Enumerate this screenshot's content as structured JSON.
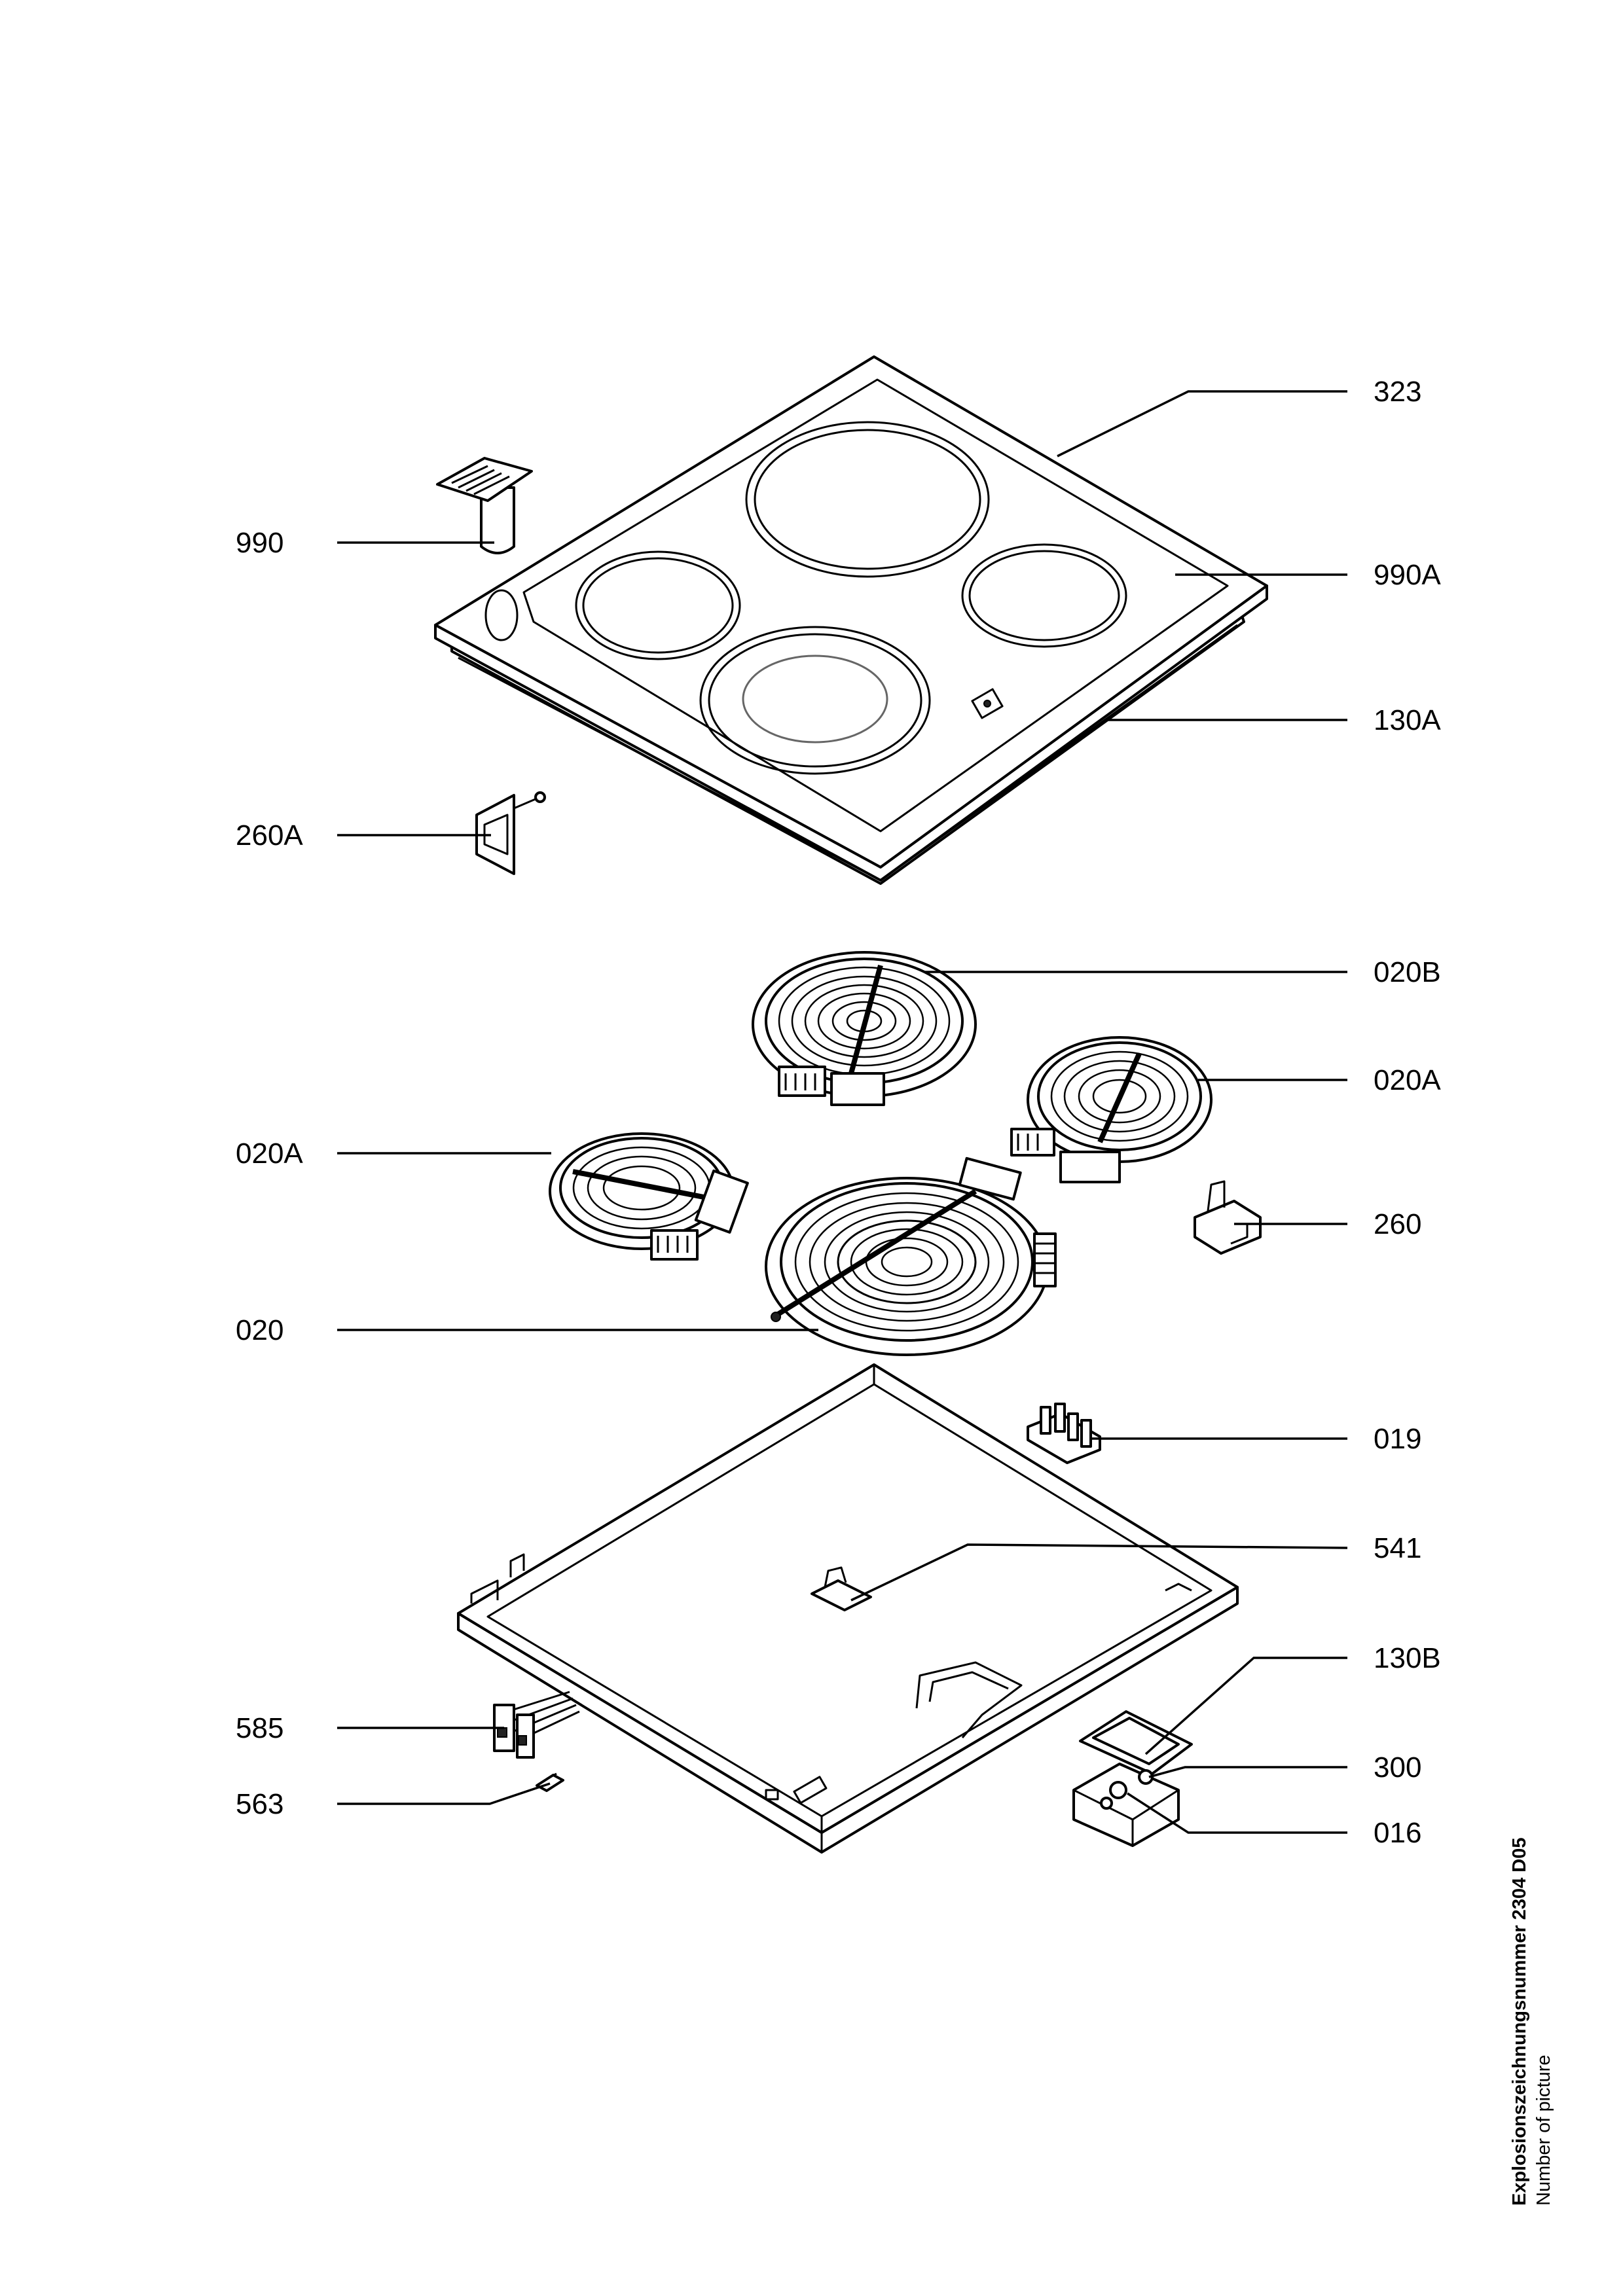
{
  "labels_left": [
    "990",
    "260A",
    "020A",
    "020",
    "585",
    "563"
  ],
  "labels_right": [
    "323",
    "990A",
    "130A",
    "020B",
    "020A",
    "260",
    "019",
    "541",
    "130B",
    "300",
    "016"
  ],
  "caption": {
    "line1": "Explosionszeichnungsnummer 2304 D05",
    "line2": "Number of picture"
  },
  "colors": {
    "ink": "#000000",
    "paper": "#ffffff",
    "shade": "#cfcfcf"
  }
}
